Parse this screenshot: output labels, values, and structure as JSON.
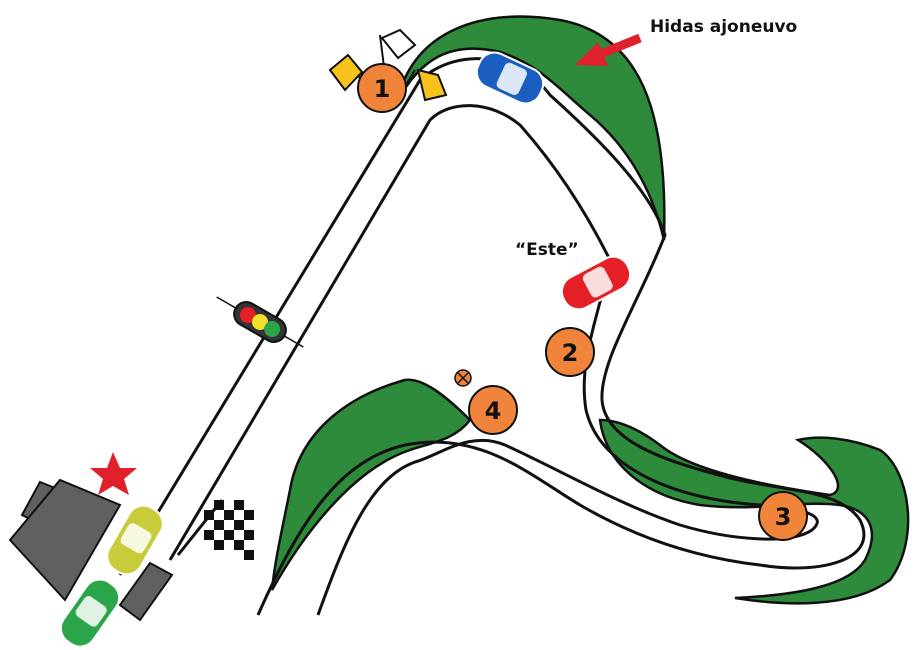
{
  "labels": {
    "slow_vehicle": "Hidas ajoneuvo",
    "obstacle": "“Este”"
  },
  "markers": [
    {
      "number": "1"
    },
    {
      "number": "2"
    },
    {
      "number": "3"
    },
    {
      "number": "4"
    }
  ],
  "colors": {
    "grass": "#2e8b3c",
    "marker": "#f0843a",
    "arrow": "#e0202a",
    "car_blue": "#1a5fc0",
    "car_red": "#e41f26",
    "car_yellow": "#c9cc3a",
    "car_green": "#2aa54a",
    "building": "#5f6161",
    "star": "#e0202a",
    "flag_yellow": "#f8c21c"
  }
}
